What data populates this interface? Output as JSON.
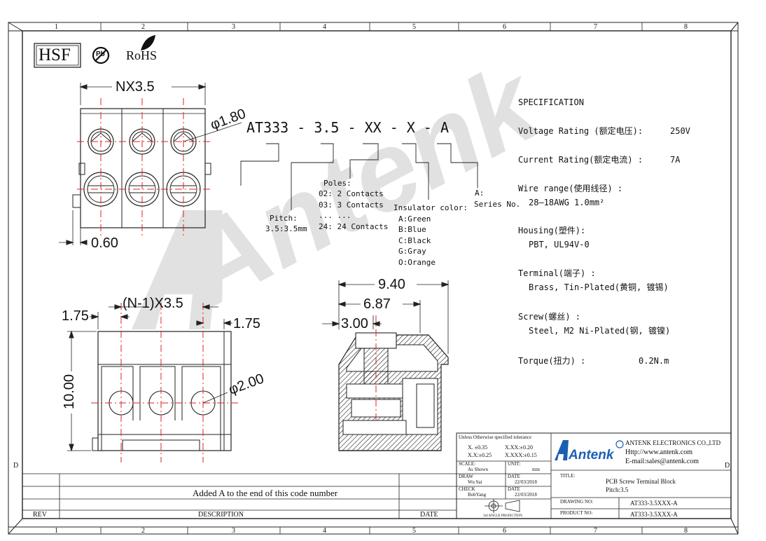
{
  "frame": {
    "columns": [
      "1",
      "2",
      "3",
      "4",
      "5",
      "6",
      "7",
      "8"
    ],
    "row_letter": "D"
  },
  "header": {
    "hsf": "HSF",
    "pb": "Pb",
    "rohs": "RoHS"
  },
  "watermark": "Antenk",
  "part_code": {
    "code": "AT333 - 3.5 - XX - X - A",
    "pitch_label": "Pitch:",
    "pitch_value": "3.5:3.5mm",
    "poles_label": "Poles:",
    "poles": [
      "02: 2 Contacts",
      "03: 3 Contacts",
      "... ...",
      "24: 24 Contacts"
    ],
    "insulator_label": "Insulator color:",
    "colors": [
      "A:Green",
      "B:Blue",
      "C:Black",
      "G:Gray",
      "O:Orange"
    ],
    "series_label": "A:",
    "series_value": "Series No."
  },
  "dims": {
    "nx": "NX3.5",
    "phi_hole": "φ1.80",
    "d060": "0.60",
    "n1x": "(N-1)X3.5",
    "d175a": "1.75",
    "d175b": "1.75",
    "d1000": "10.00",
    "phi_pin": "φ2.00",
    "d940": "9.40",
    "d687": "6.87",
    "d300": "3.00"
  },
  "spec": {
    "title": "SPECIFICATION",
    "voltage_label": "Voltage Rating (额定电压):",
    "voltage_value": "250V",
    "current_label": "Current Rating(额定电流) :",
    "current_value": "7A",
    "wire_label": "Wire range(使用线径) :",
    "wire_value": "28—18AWG 1.0mm²",
    "housing_label": "Housing(塑件):",
    "housing_value": "PBT, UL94V-0",
    "terminal_label": "Terminal(端子) :",
    "terminal_value": "Brass, Tin-Plated(黄铜, 镀锡)",
    "screw_label": "Screw(螺丝) :",
    "screw_value": "Steel, M2 Ni-Plated(钢,  镀镍)",
    "torque_label": "Torque(扭力) :",
    "torque_value": "0.2N.m"
  },
  "revision": {
    "rev_header": "REV",
    "desc_header": "DESCRIPTION",
    "date_header": "DATE",
    "entry": "Added A to the end of this code number"
  },
  "title_block": {
    "tol_title": "Unless Otherwise specified tolerance",
    "tol1a": "X. ±0.35",
    "tol1b": "X.XX:±0.20",
    "tol2a": "X.X:±0.25",
    "tol2b": "X.XXX:±0.15",
    "scale_label": "SCALE:",
    "scale_value": "As Shown",
    "unit_label": "UNIT:",
    "unit_value": "mm",
    "draw_label": "DRAW",
    "draw_value": "Wu Sai",
    "date_label": "DATE",
    "draw_date": "22/03/2018",
    "check_label": "CHECK",
    "check_value": "BobYang",
    "check_date": "22/03/2018",
    "projection": "3rd ANGLE PROJECTION",
    "logo": "Antenk",
    "company": "ANTENK ELECTRONICS CO.,LTD",
    "website": "Http://www.antenk.com",
    "email": "E-mail:sales@antenk.com",
    "title_label": "TITLE:",
    "title1": "PCB Screw Terminal Block",
    "title2": "Pitch:3.5",
    "drawing_label": "DRAWING NO:",
    "drawing_value": "AT333-3.5XXX-A",
    "product_label": "PRODUCT NO:",
    "product_value": "AT333-3.5XXX-A"
  }
}
